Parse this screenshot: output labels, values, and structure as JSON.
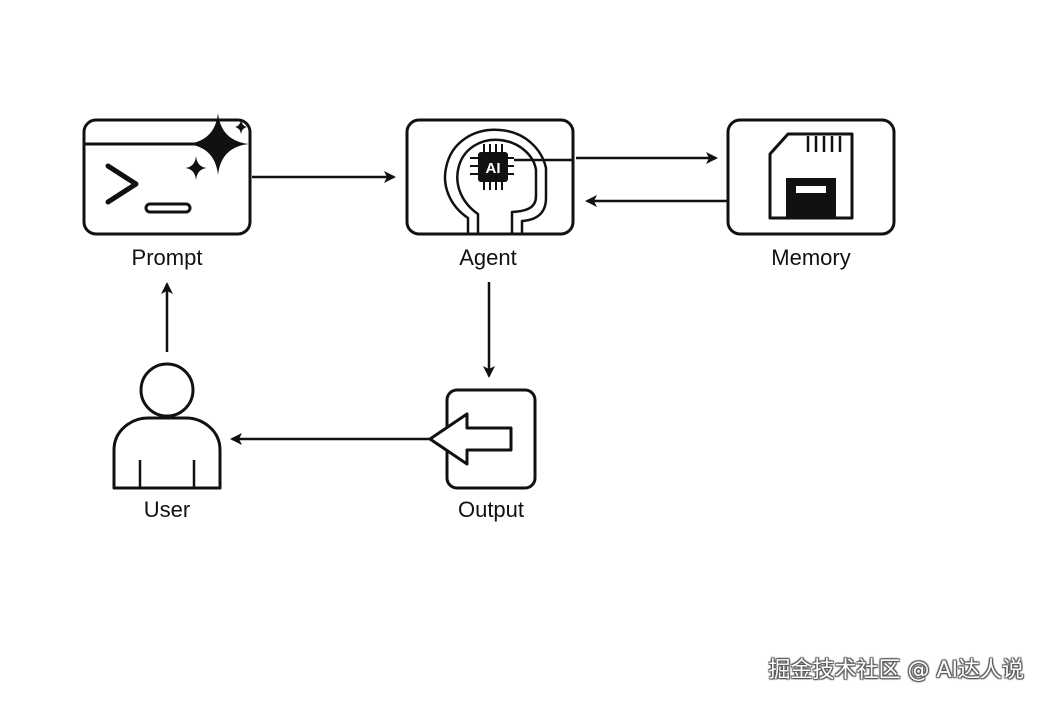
{
  "nodes": {
    "prompt": "Prompt",
    "agent": "Agent",
    "memory": "Memory",
    "output": "Output",
    "user": "User"
  },
  "agent_chip_text": "AI",
  "watermark": "掘金技术社区 @ AI达人说",
  "colors": {
    "stroke": "#111111",
    "background": "#ffffff"
  }
}
